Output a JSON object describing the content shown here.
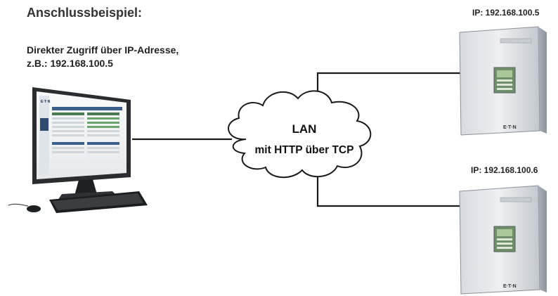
{
  "heading": "Anschlussbeispiel:",
  "description": {
    "line1": "Direkter Zugriff über IP-Adresse,",
    "line2": "z.B.: 192.168.100.5"
  },
  "network": {
    "label_line1": "LAN",
    "label_line2": "mit HTTP über TCP"
  },
  "devices": [
    {
      "ip_label": "IP: 192.168.100.5",
      "logo": "E·T·N"
    },
    {
      "ip_label": "IP: 192.168.100.6",
      "logo": "E·T·N"
    }
  ],
  "computer": {
    "screen_logo": "E·T·N"
  },
  "icons": [
    "computer-monitor-icon",
    "keyboard-icon",
    "mouse-icon",
    "cloud-icon",
    "server-cabinet-icon"
  ]
}
